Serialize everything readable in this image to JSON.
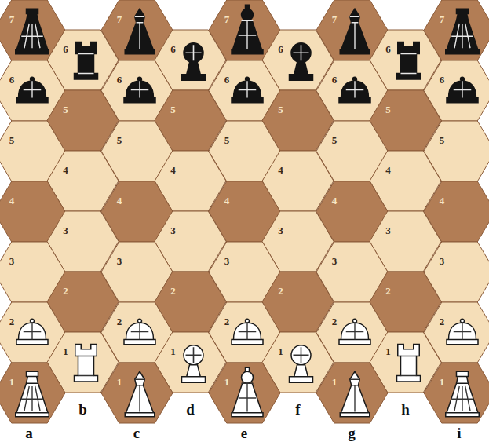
{
  "diagram": {
    "nodes": [
      {
        "text": [
          "7"
        ]
      },
      {
        "text": [
          "7"
        ]
      },
      {
        "text": [
          "7"
        ]
      },
      {
        "text": [
          "7"
        ]
      },
      {
        "text": [
          "7"
        ]
      },
      {
        "text": [
          "6"
        ]
      },
      {
        "text": [
          "6"
        ]
      },
      {
        "text": [
          "6"
        ]
      },
      {
        "text": [
          "6"
        ]
      },
      {
        "text": [
          "6"
        ]
      },
      {
        "text": [
          "6"
        ]
      },
      {
        "text": [
          "6"
        ]
      },
      {
        "text": [
          "6"
        ]
      },
      {
        "text": [
          "6"
        ]
      },
      {
        "text": [
          "5"
        ]
      },
      {
        "text": [
          "5"
        ]
      },
      {
        "text": [
          "5"
        ]
      },
      {
        "text": [
          "5"
        ]
      },
      {
        "text": [
          "5"
        ]
      },
      {
        "text": [
          "5"
        ]
      },
      {
        "text": [
          "5"
        ]
      },
      {
        "text": [
          "5"
        ]
      },
      {
        "text": [
          "5"
        ]
      },
      {
        "text": [
          "4"
        ]
      },
      {
        "text": [
          "4"
        ]
      },
      {
        "text": [
          "4"
        ]
      },
      {
        "text": [
          "4"
        ]
      },
      {
        "text": [
          "4"
        ]
      },
      {
        "text": [
          "4"
        ]
      },
      {
        "text": [
          "4"
        ]
      },
      {
        "text": [
          "4"
        ]
      },
      {
        "text": [
          "4"
        ]
      },
      {
        "text": [
          "3"
        ]
      },
      {
        "text": [
          "3"
        ]
      },
      {
        "text": [
          "3"
        ]
      },
      {
        "text": [
          "3"
        ]
      },
      {
        "text": [
          "3"
        ]
      },
      {
        "text": [
          "3"
        ]
      },
      {
        "text": [
          "3"
        ]
      },
      {
        "text": [
          "3"
        ]
      },
      {
        "text": [
          "3"
        ]
      },
      {
        "text": [
          "2"
        ]
      },
      {
        "text": [
          "2"
        ]
      },
      {
        "text": [
          "2"
        ]
      },
      {
        "text": [
          "2"
        ]
      },
      {
        "text": [
          "2"
        ]
      },
      {
        "text": [
          "2"
        ]
      },
      {
        "text": [
          "2"
        ]
      },
      {
        "text": [
          "2"
        ]
      },
      {
        "text": [
          "2"
        ]
      },
      {
        "text": [
          "1"
        ]
      },
      {
        "text": [
          "1"
        ]
      },
      {
        "text": [
          "1"
        ]
      },
      {
        "text": [
          "1"
        ]
      },
      {
        "text": [
          "1"
        ]
      },
      {
        "text": [
          "1"
        ]
      },
      {
        "text": [
          "1"
        ]
      },
      {
        "text": [
          "1"
        ]
      },
      {
        "text": [
          "1"
        ]
      }
    ],
    "labels": [
      "a",
      "b",
      "c",
      "d",
      "e",
      "f",
      "g",
      "h",
      "i"
    ]
  }
}
